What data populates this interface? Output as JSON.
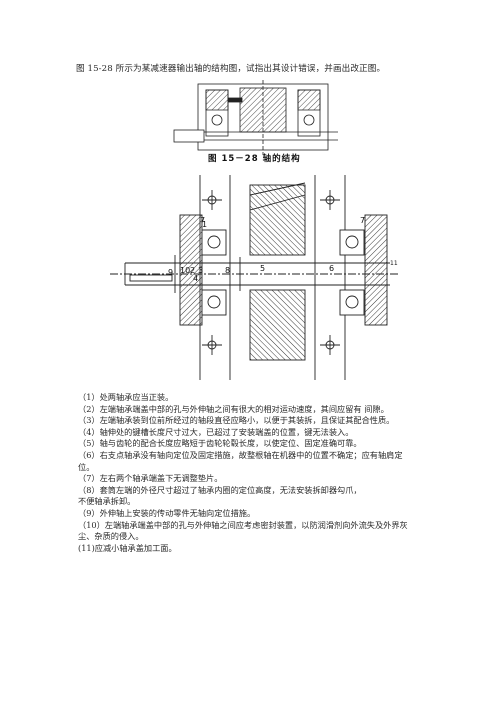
{
  "question": "图 15-28 所示为某减速器输出轴的结构图，试指出其设计错误，并画出改正图。",
  "figure_caption": "图 15－28  轴的结构",
  "labels": {
    "n1": "1",
    "n2": "2",
    "n3": "3",
    "n4": "4",
    "n5": "5",
    "n6": "6",
    "n7": "7",
    "n8": "8",
    "n9": "9",
    "n10": "10",
    "n11": "11"
  },
  "answers": [
    "（1）处两轴承应当正装。",
    "（2）左端轴承端盖中部的孔与外伸轴之间有很大的相对运动速度，其间应留有  间隙。",
    "（3）左端轴承装到位前所经过的轴段直径应略小，以便于其装拆，且保证其配合性质。",
    "（4）轴伸处的键槽长度尺寸过大，已超过了安装端盖的位置，键无法装入。",
    "（5）轴与齿轮的配合长度应略短于齿轮轮毂长度，以使定位、固定准确可靠。",
    "（6）右支点轴承没有轴向定位及固定措施，故整根轴在机器中的位置不确定；应有轴肩定位。",
    "（7）左右两个轴承端盖下无调整垫片。",
    "（8）套筒左端的外径尺寸超过了轴承内圈的定位高度，无法安装拆卸器勾爪，",
    "不便轴承拆卸。",
    "（9）外伸轴上安装的传动零件无轴向定位措施。",
    "（10）左端轴承端盖中部的孔与外伸轴之间应考虑密封装置，以防润滑剂向外流失及外界灰尘、杂质的侵入。",
    "(11)应减小轴承盖加工面。"
  ]
}
